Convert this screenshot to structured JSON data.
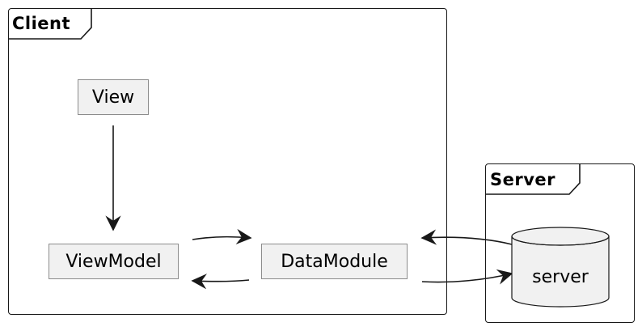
{
  "packages": {
    "client": {
      "title": "Client"
    },
    "server": {
      "title": "Server"
    }
  },
  "nodes": {
    "view": "View",
    "viewmodel": "ViewModel",
    "datamodule": "DataModule",
    "server_db": "server"
  }
}
